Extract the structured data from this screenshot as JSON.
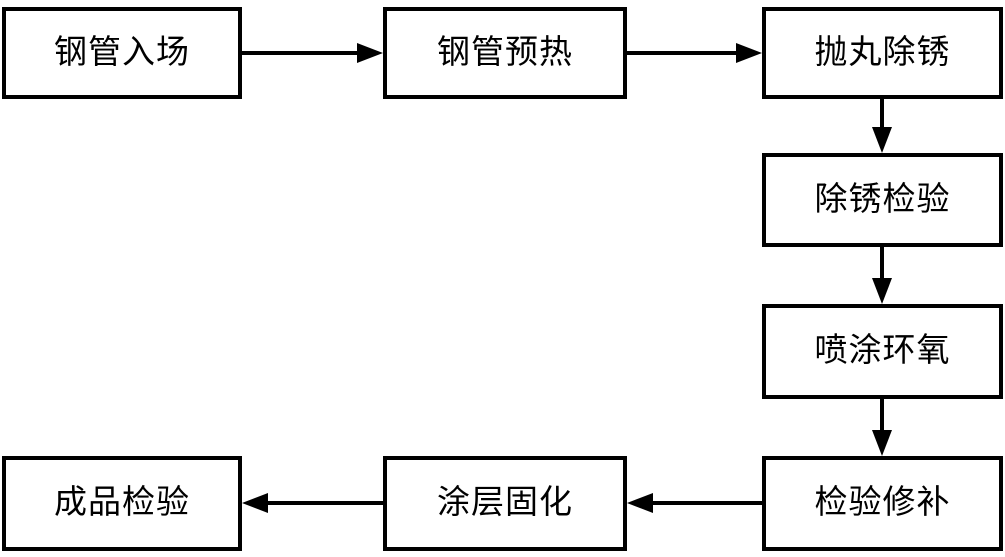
{
  "diagram": {
    "type": "flowchart",
    "background_color": "#ffffff",
    "line_color": "#000000",
    "box_fill_color": "#ffffff",
    "text_color": "#000000",
    "nodes": [
      {
        "id": "n1",
        "label": "钢管入场"
      },
      {
        "id": "n2",
        "label": "钢管预热"
      },
      {
        "id": "n3",
        "label": "抛丸除锈"
      },
      {
        "id": "n4",
        "label": "除锈检验"
      },
      {
        "id": "n5",
        "label": "喷涂环氧"
      },
      {
        "id": "n6",
        "label": "检验修补"
      },
      {
        "id": "n7",
        "label": "涂层固化"
      },
      {
        "id": "n8",
        "label": "成品检验"
      }
    ],
    "edges": [
      {
        "from": "钢管入场",
        "to": "钢管预热",
        "direction": "right"
      },
      {
        "from": "钢管预热",
        "to": "抛丸除锈",
        "direction": "right"
      },
      {
        "from": "抛丸除锈",
        "to": "除锈检验",
        "direction": "down"
      },
      {
        "from": "除锈检验",
        "to": "喷涂环氧",
        "direction": "down"
      },
      {
        "from": "喷涂环氧",
        "to": "检验修补",
        "direction": "down"
      },
      {
        "from": "检验修补",
        "to": "涂层固化",
        "direction": "left"
      },
      {
        "from": "涂层固化",
        "to": "成品检验",
        "direction": "left"
      }
    ]
  }
}
